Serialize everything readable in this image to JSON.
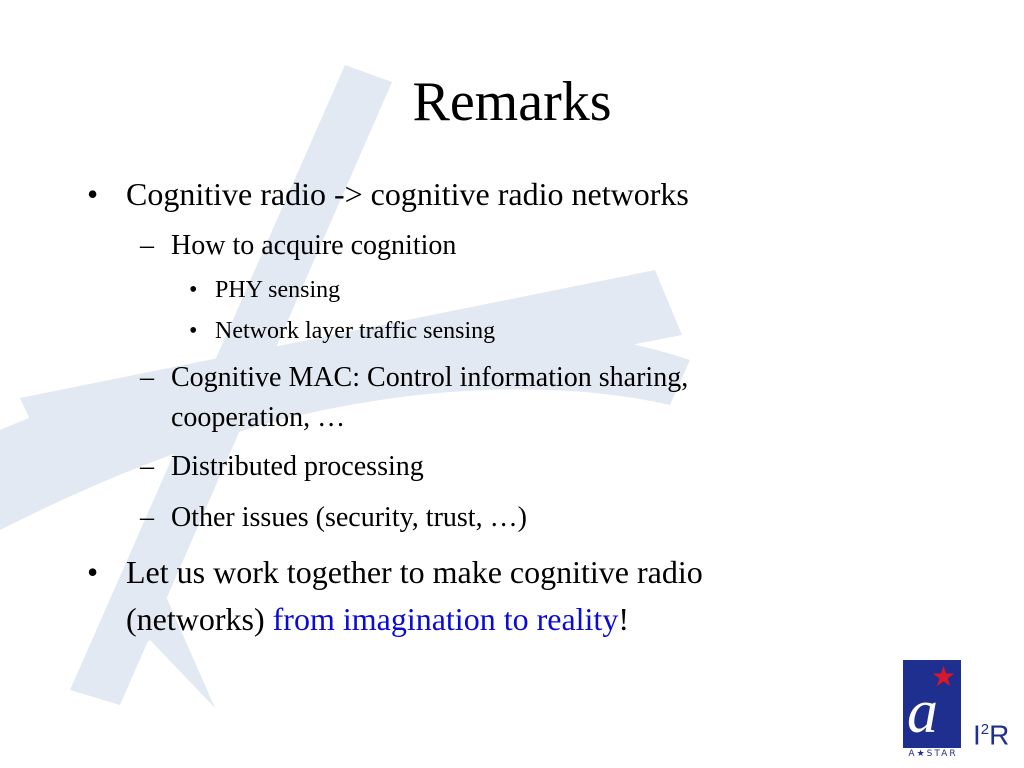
{
  "slide": {
    "title": "Remarks",
    "bullets": [
      "Cognitive radio -> cognitive radio networks",
      "How to acquire cognition",
      "PHY sensing",
      "Network layer traffic sensing",
      "Cognitive MAC: Control information sharing,",
      "cooperation, …",
      "Distributed processing",
      "Other issues (security, trust, …)",
      "Let us work together to make cognitive radio",
      "(networks) ",
      "from imagination to reality",
      "!"
    ],
    "markers": {
      "level1": "•",
      "level2": "–",
      "level3": "•"
    },
    "accent_color": "#0a0ad6"
  },
  "logo": {
    "emblem_letter": "a",
    "star": "★",
    "subtitle": "A★STAR",
    "brand": "I",
    "brand_sup": "2",
    "brand_tail": "R",
    "color": "#1f2f8f"
  }
}
